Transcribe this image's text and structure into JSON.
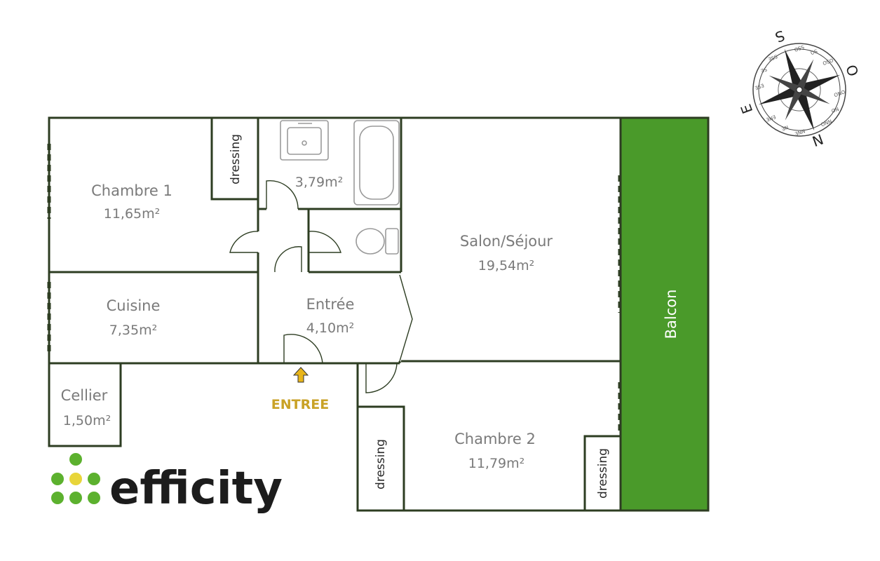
{
  "rooms": {
    "chambre1": {
      "name": "Chambre 1",
      "area": "11,65m²"
    },
    "sdb": {
      "area": "3,79m²"
    },
    "salon": {
      "name": "Salon/Séjour",
      "area": "19,54m²"
    },
    "cuisine": {
      "name": "Cuisine",
      "area": "7,35m²"
    },
    "entree_room": {
      "name": "Entrée",
      "area": "4,10m²"
    },
    "cellier": {
      "name": "Cellier",
      "area": "1,50m²"
    },
    "chambre2": {
      "name": "Chambre 2",
      "area": "11,79m²"
    }
  },
  "dressings": [
    "dressing",
    "dressing",
    "dressing"
  ],
  "balcon": "Balcon",
  "entrance_label": "ENTREE",
  "compass": {
    "cardinals": {
      "n": "N",
      "e": "E",
      "s": "S",
      "o": "O"
    },
    "intermediates": [
      "NE",
      "NNE",
      "ENE",
      "ESE",
      "SE",
      "SSE",
      "SSO",
      "SO",
      "OSO",
      "ONO",
      "NO",
      "NNO"
    ]
  },
  "logo": {
    "text": "efficity"
  },
  "colors": {
    "wall": "#2d3d22",
    "balcony": "#4a9a2a",
    "text": "#7a7a7a",
    "entrance_arrow": "#e8b51a",
    "logo_green": "#5cb12e",
    "logo_yellow": "#e8d53a",
    "logo_text": "#1c1c1c"
  }
}
